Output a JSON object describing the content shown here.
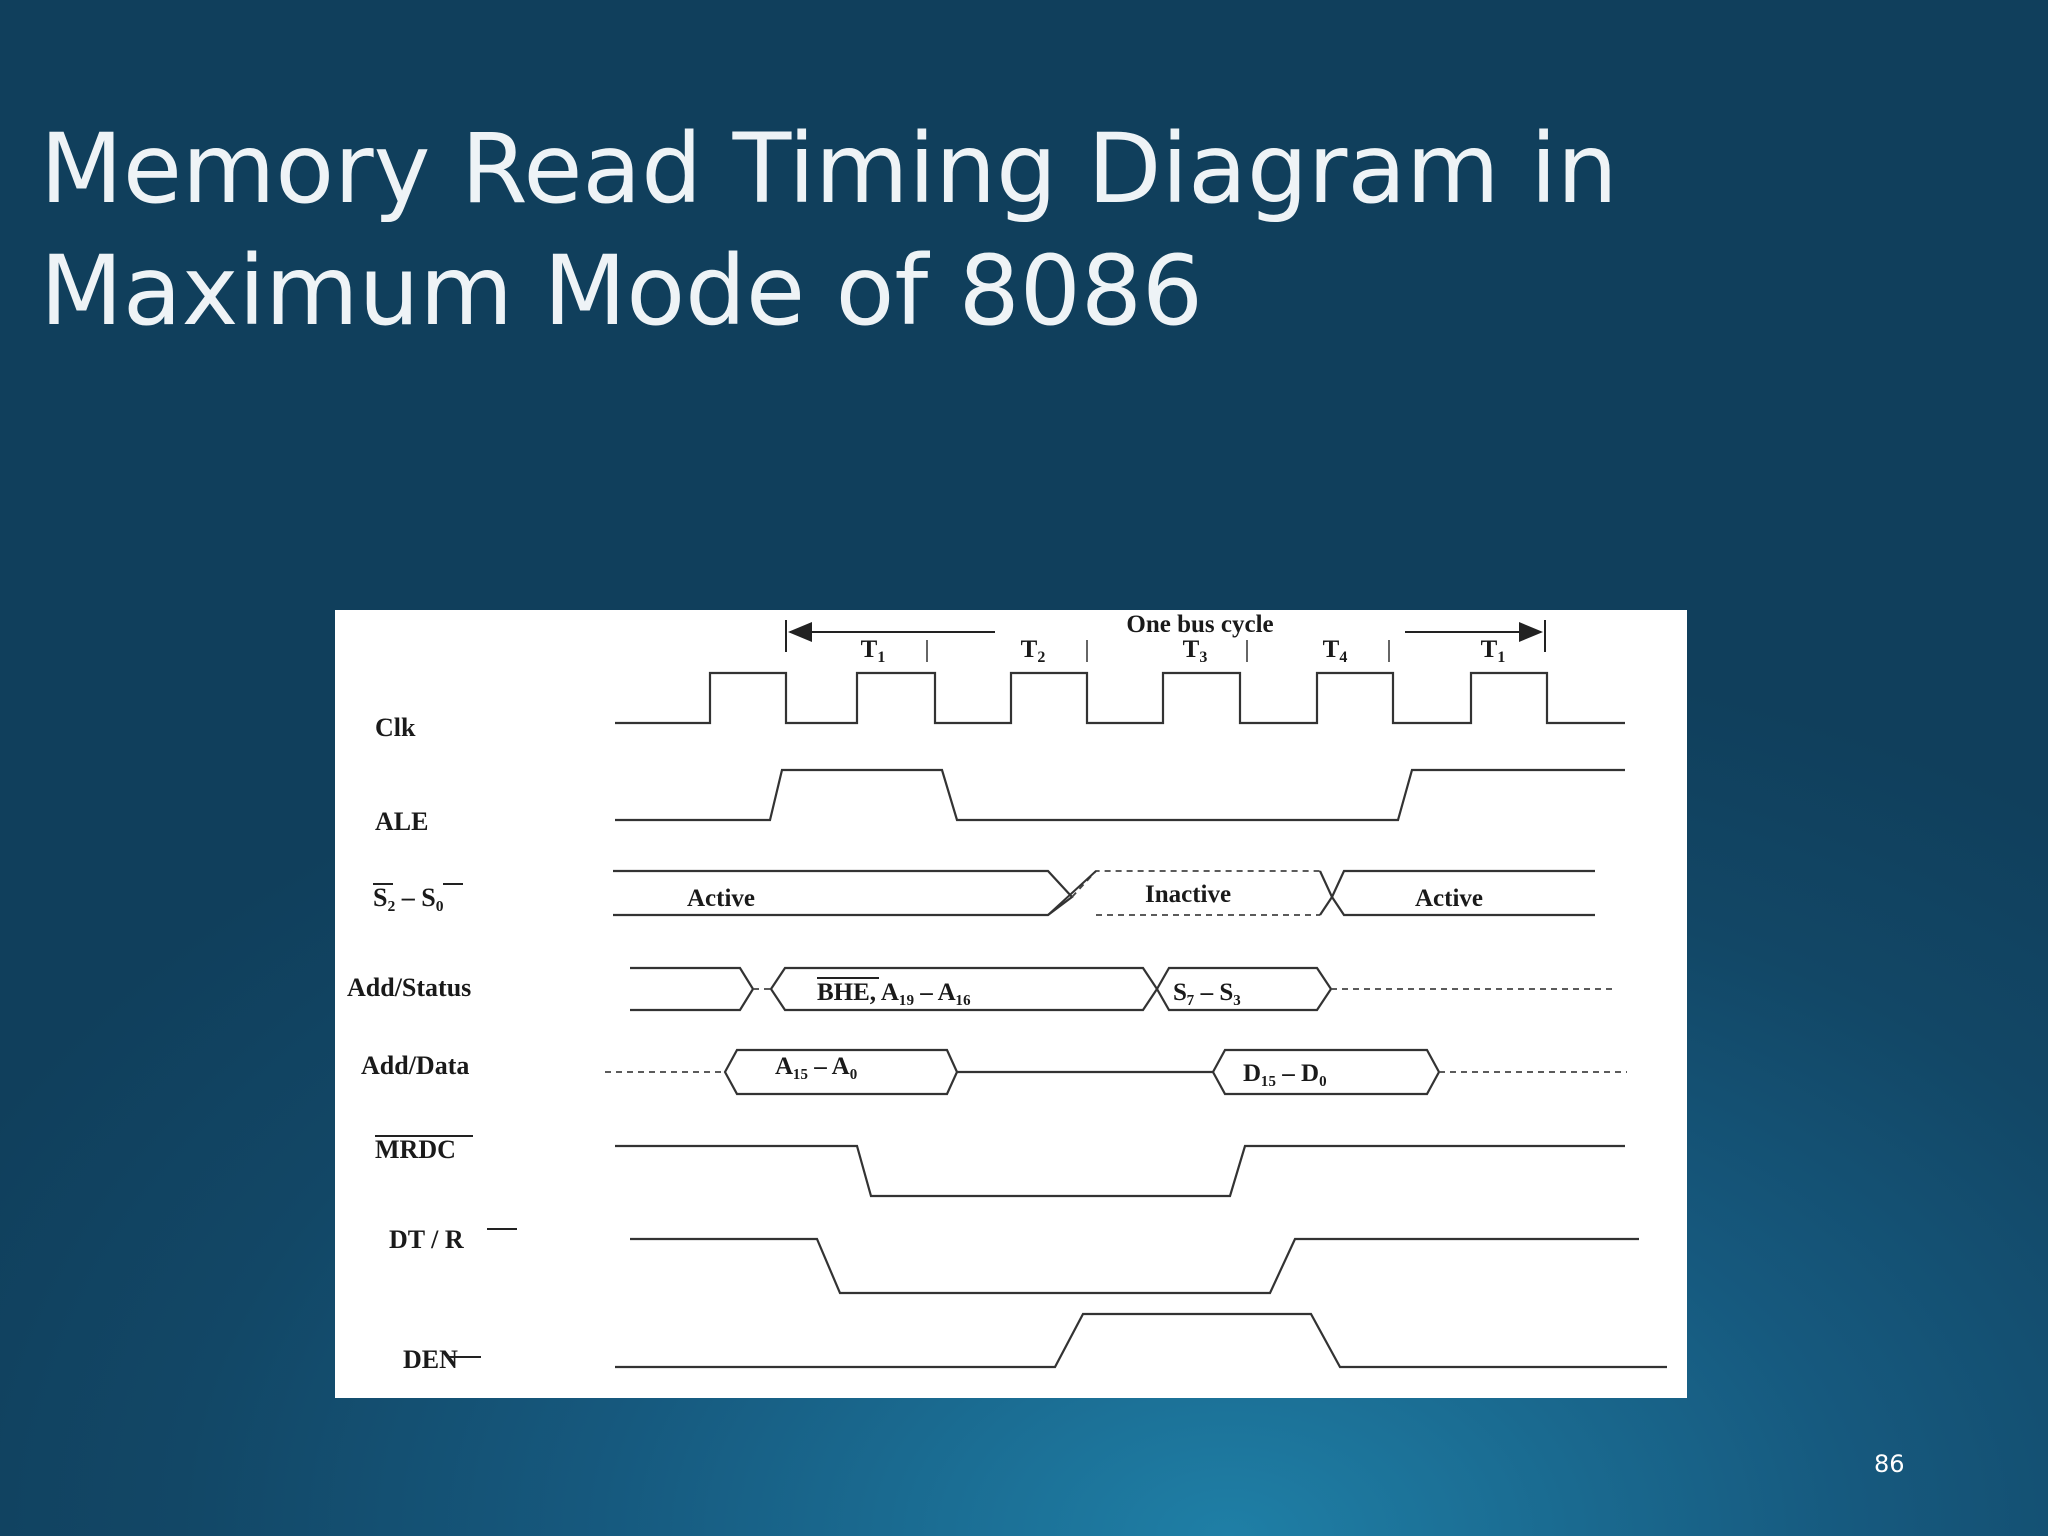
{
  "slide": {
    "title_line1": "Memory Read Timing Diagram in",
    "title_line2": "Maximum Mode of 8086",
    "page_number": "86"
  },
  "diagram": {
    "bus_cycle_label": "One bus cycle",
    "states": [
      "T",
      "T",
      "T",
      "T",
      "T"
    ],
    "state_subscripts": [
      "1",
      "2",
      "3",
      "4",
      "1"
    ],
    "signals": {
      "clk": "Clk",
      "ale": "ALE",
      "status": "S₂ – S₀",
      "add_status": "Add/Status",
      "add_data": "Add/Data",
      "mrdc": "MRDC",
      "dtr": "DT / R",
      "den": "DEN"
    },
    "labels": {
      "active1": "Active",
      "inactive": "Inactive",
      "active2": "Active",
      "bhe": "BHE, A₁₉ – A₁₆",
      "s7s3": "S₇ – S₃",
      "a15a0": "A₁₅ – A₀",
      "d15d0": "D₁₅ – D₀"
    }
  }
}
